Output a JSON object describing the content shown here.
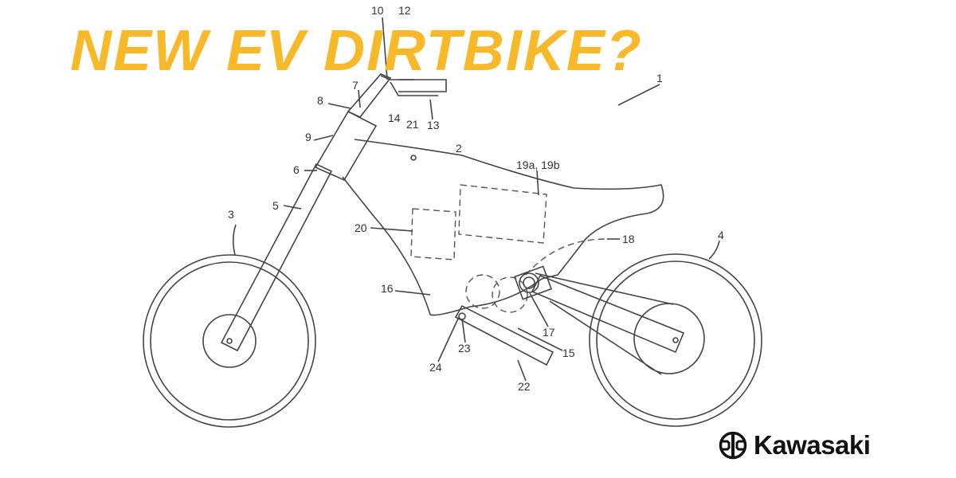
{
  "headline": "NEW EV DIRTBIKE?",
  "brand": {
    "name": "Kawasaki",
    "logo_icon": "kawasaki-river-mark-icon"
  },
  "colors": {
    "headline": "#f7b92a",
    "line": "#444444"
  },
  "diagram": {
    "labels": {
      "l1": "1",
      "l2": "2",
      "l3": "3",
      "l4": "4",
      "l5": "5",
      "l6": "6",
      "l7": "7",
      "l8": "8",
      "l9": "9",
      "l10": "10",
      "l12": "12",
      "l13": "13",
      "l14": "14",
      "l15": "15",
      "l16": "16",
      "l17": "17",
      "l18": "18",
      "l19": "19a, 19b",
      "l20": "20",
      "l21": "21",
      "l22": "22",
      "l23": "23",
      "l24": "24"
    }
  }
}
